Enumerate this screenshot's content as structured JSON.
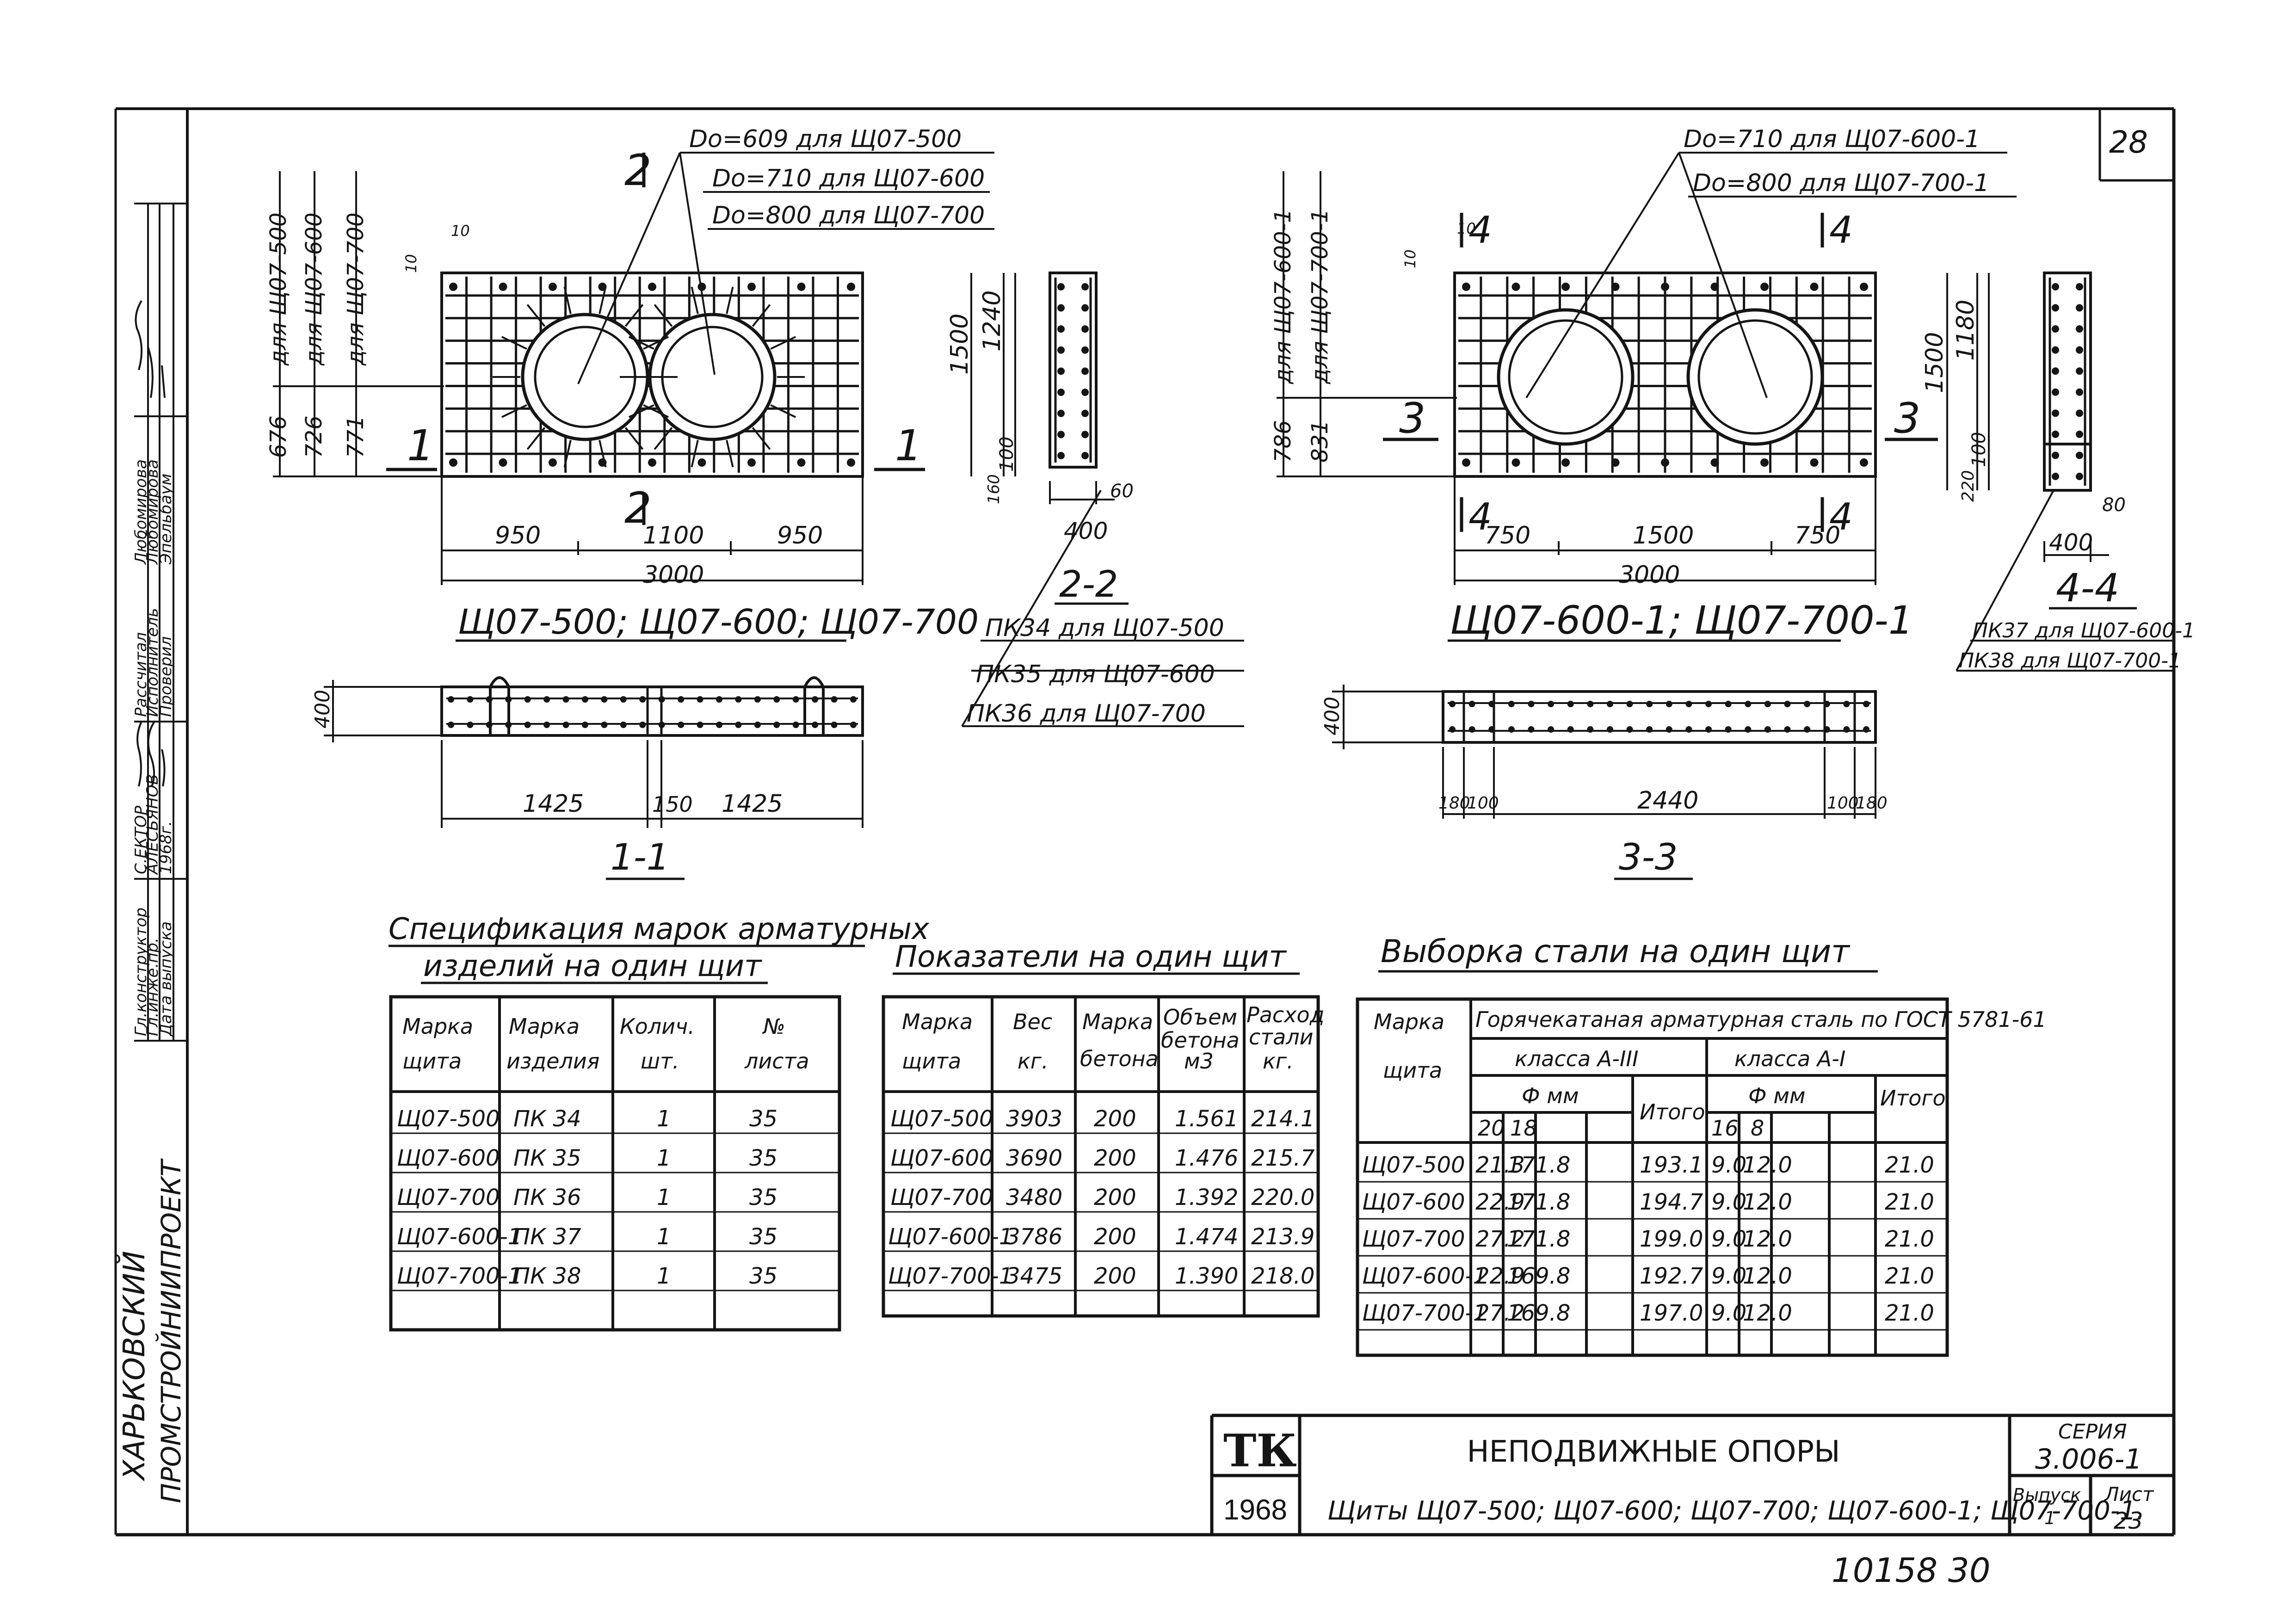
{
  "sheet_number_top": "28",
  "left_strip": {
    "org": [
      "ХАРЬКОВСКИЙ",
      "ПРОМСТРОЙНИИПРОЕКТ"
    ],
    "rows": [
      {
        "role": "Гл.конструктор",
        "name": "С.ЕКТОР"
      },
      {
        "role": "Гл.инже.пр.",
        "name": "АЛЕСЬЯНОВ"
      },
      {
        "role": "Дата выпуска",
        "name": "1968г."
      },
      {
        "role": "Рассчитал",
        "name": "Любомирова"
      },
      {
        "role": "Исполнитель",
        "name": "Любомирова"
      },
      {
        "role": "Проверил",
        "name": "Эпельбаум"
      }
    ]
  },
  "drawing1": {
    "caption": "Щ07-500; Щ07-600; Щ07-700",
    "callouts": [
      "Dо=609 для Щ07-500",
      "Dо=710 для Щ07-600",
      "Dо=800 для Щ07-700"
    ],
    "vertical_labels": [
      "676",
      "726",
      "771",
      "для Щ07-500",
      "для Щ07-600",
      "для Щ07-700"
    ],
    "dims": {
      "a": "950",
      "b": "1100",
      "c": "950",
      "total": "3000",
      "h1": "1500",
      "h2": "1240",
      "h3": "100",
      "h4": "160",
      "w": "400",
      "s": "60",
      "ten": "10"
    },
    "section_marks": {
      "one": "1",
      "two": "2"
    }
  },
  "section22": {
    "title": "2-2",
    "notes": [
      "ПК34 для Щ07-500",
      "ПК35 для Щ07-600",
      "ПК36 для Щ07-700"
    ]
  },
  "drawing2": {
    "caption": "Щ07-600-1; Щ07-700-1",
    "callouts": [
      "Dо=710 для Щ07-600-1",
      "Dо=800 для Щ07-700-1"
    ],
    "vertical_labels": [
      "786",
      "831",
      "для Щ07-600-1",
      "для Щ07-700-1"
    ],
    "dims": {
      "a": "750",
      "b": "1500",
      "c": "750",
      "total": "3000",
      "h1": "1500",
      "h2": "1180",
      "h3": "100",
      "h4": "220",
      "w": "400",
      "s": "80",
      "ten": "10"
    },
    "section_marks": {
      "three": "3",
      "four": "4"
    }
  },
  "section44": {
    "title": "4-4",
    "notes": [
      "ПК37 для Щ07-600-1",
      "ПК38 для Щ07-700-1"
    ]
  },
  "section11": {
    "title": "1-1",
    "height": "400",
    "d1": "1425",
    "d2": "150",
    "d3": "1425"
  },
  "section33": {
    "title": "3-3",
    "height": "400",
    "d1": "180",
    "d2": "100",
    "d3": "2440",
    "d4": "100",
    "d5": "180"
  },
  "spec_table": {
    "title1": "Спецификация марок арматурных",
    "title2": "изделий на один щит",
    "headers": [
      [
        "Марка",
        "щита"
      ],
      [
        "Марка",
        "изделия"
      ],
      [
        "Колич.",
        "шт."
      ],
      [
        "№",
        "листа"
      ]
    ],
    "rows": [
      [
        "Щ07-500",
        "ПК 34",
        "1",
        "35"
      ],
      [
        "Щ07-600",
        "ПК 35",
        "1",
        "35"
      ],
      [
        "Щ07-700",
        "ПК 36",
        "1",
        "35"
      ],
      [
        "Щ07-600-1",
        "ПК 37",
        "1",
        "35"
      ],
      [
        "Щ07-700-1",
        "ПК 38",
        "1",
        "35"
      ]
    ]
  },
  "ind_table": {
    "title": "Показатели на один щит",
    "headers": [
      [
        "Марка",
        "щита"
      ],
      [
        "Вес",
        "кг."
      ],
      [
        "Марка",
        "бетона"
      ],
      [
        "Объем",
        "бетона",
        "м3"
      ],
      [
        "Расход",
        "стали",
        "кг."
      ]
    ],
    "rows": [
      [
        "Щ07-500",
        "3903",
        "200",
        "1.561",
        "214.1"
      ],
      [
        "Щ07-600",
        "3690",
        "200",
        "1.476",
        "215.7"
      ],
      [
        "Щ07-700",
        "3480",
        "200",
        "1.392",
        "220.0"
      ],
      [
        "Щ07-600-1",
        "3786",
        "200",
        "1.474",
        "213.9"
      ],
      [
        "Щ07-700-1",
        "3475",
        "200",
        "1.390",
        "218.0"
      ]
    ]
  },
  "steel_table": {
    "title": "Выборка стали на один щит",
    "h_mark": [
      "Марка",
      "щита"
    ],
    "h_main": "Горячекатаная арматурная сталь по ГОСТ 5781-61",
    "h_class3": "класса А-III",
    "h_class1": "класса А-I",
    "h_dia": "Ф мм",
    "h_total": "Итого",
    "diams": [
      "20",
      "18",
      "16",
      "8"
    ],
    "rows": [
      [
        "Щ07-500",
        "21.3",
        "171.8",
        "",
        "193.1",
        "9.0",
        "12.0",
        "",
        "21.0"
      ],
      [
        "Щ07-600",
        "22.9",
        "171.8",
        "",
        "194.7",
        "9.0",
        "12.0",
        "",
        "21.0"
      ],
      [
        "Щ07-700",
        "27.2",
        "171.8",
        "",
        "199.0",
        "9.0",
        "12.0",
        "",
        "21.0"
      ],
      [
        "Щ07-600-1",
        "22.9",
        "169.8",
        "",
        "192.7",
        "9.0",
        "12.0",
        "",
        "21.0"
      ],
      [
        "Щ07-700-1",
        "27.2",
        "169.8",
        "",
        "197.0",
        "9.0",
        "12.0",
        "",
        "21.0"
      ]
    ]
  },
  "title_block": {
    "logo": "ТК",
    "year": "1968",
    "title": "НЕПОДВИЖНЫЕ ОПОРЫ",
    "subtitle": "Щиты Щ07-500; Щ07-600; Щ07-700; Щ07-600-1; Щ07-700-1.",
    "series_label": "СЕРИЯ",
    "series": "3.006-1",
    "issue_label": "Выпуск",
    "issue": "1",
    "sheet_label": "Лист",
    "sheet": "23"
  },
  "bottom_number": "10158 30"
}
